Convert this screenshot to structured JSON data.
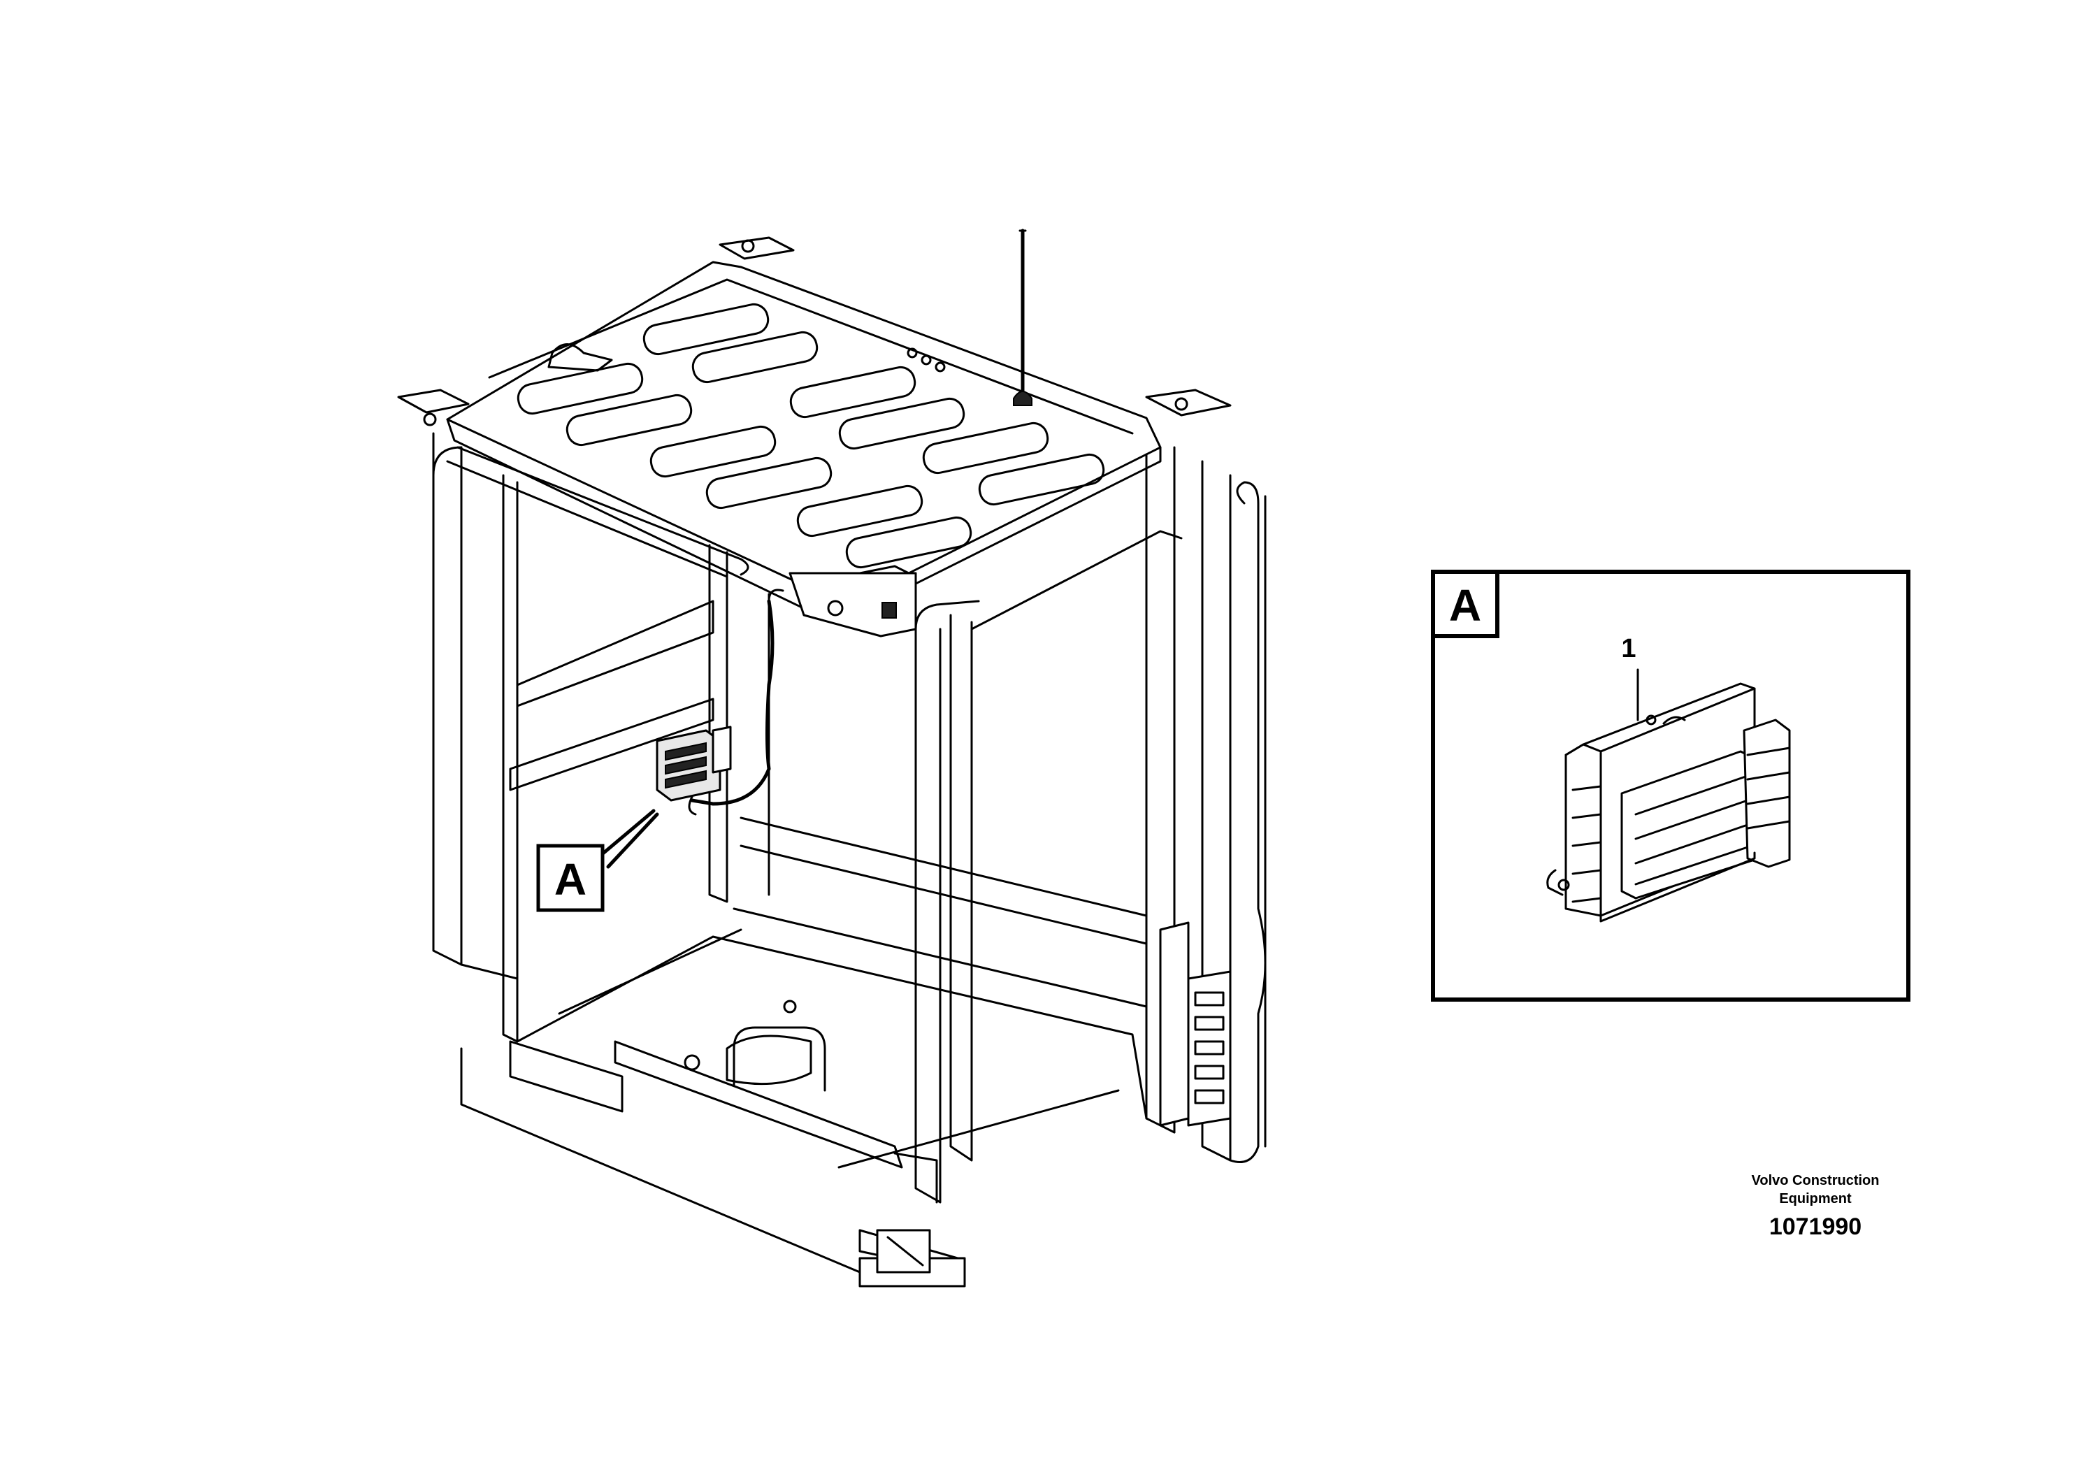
{
  "main_view": {
    "detail_label": "A"
  },
  "detail_view": {
    "label": "A",
    "callout": "1"
  },
  "title_block": {
    "brand_line1": "Volvo Construction",
    "brand_line2": "Equipment",
    "drawing_number": "1071990"
  }
}
